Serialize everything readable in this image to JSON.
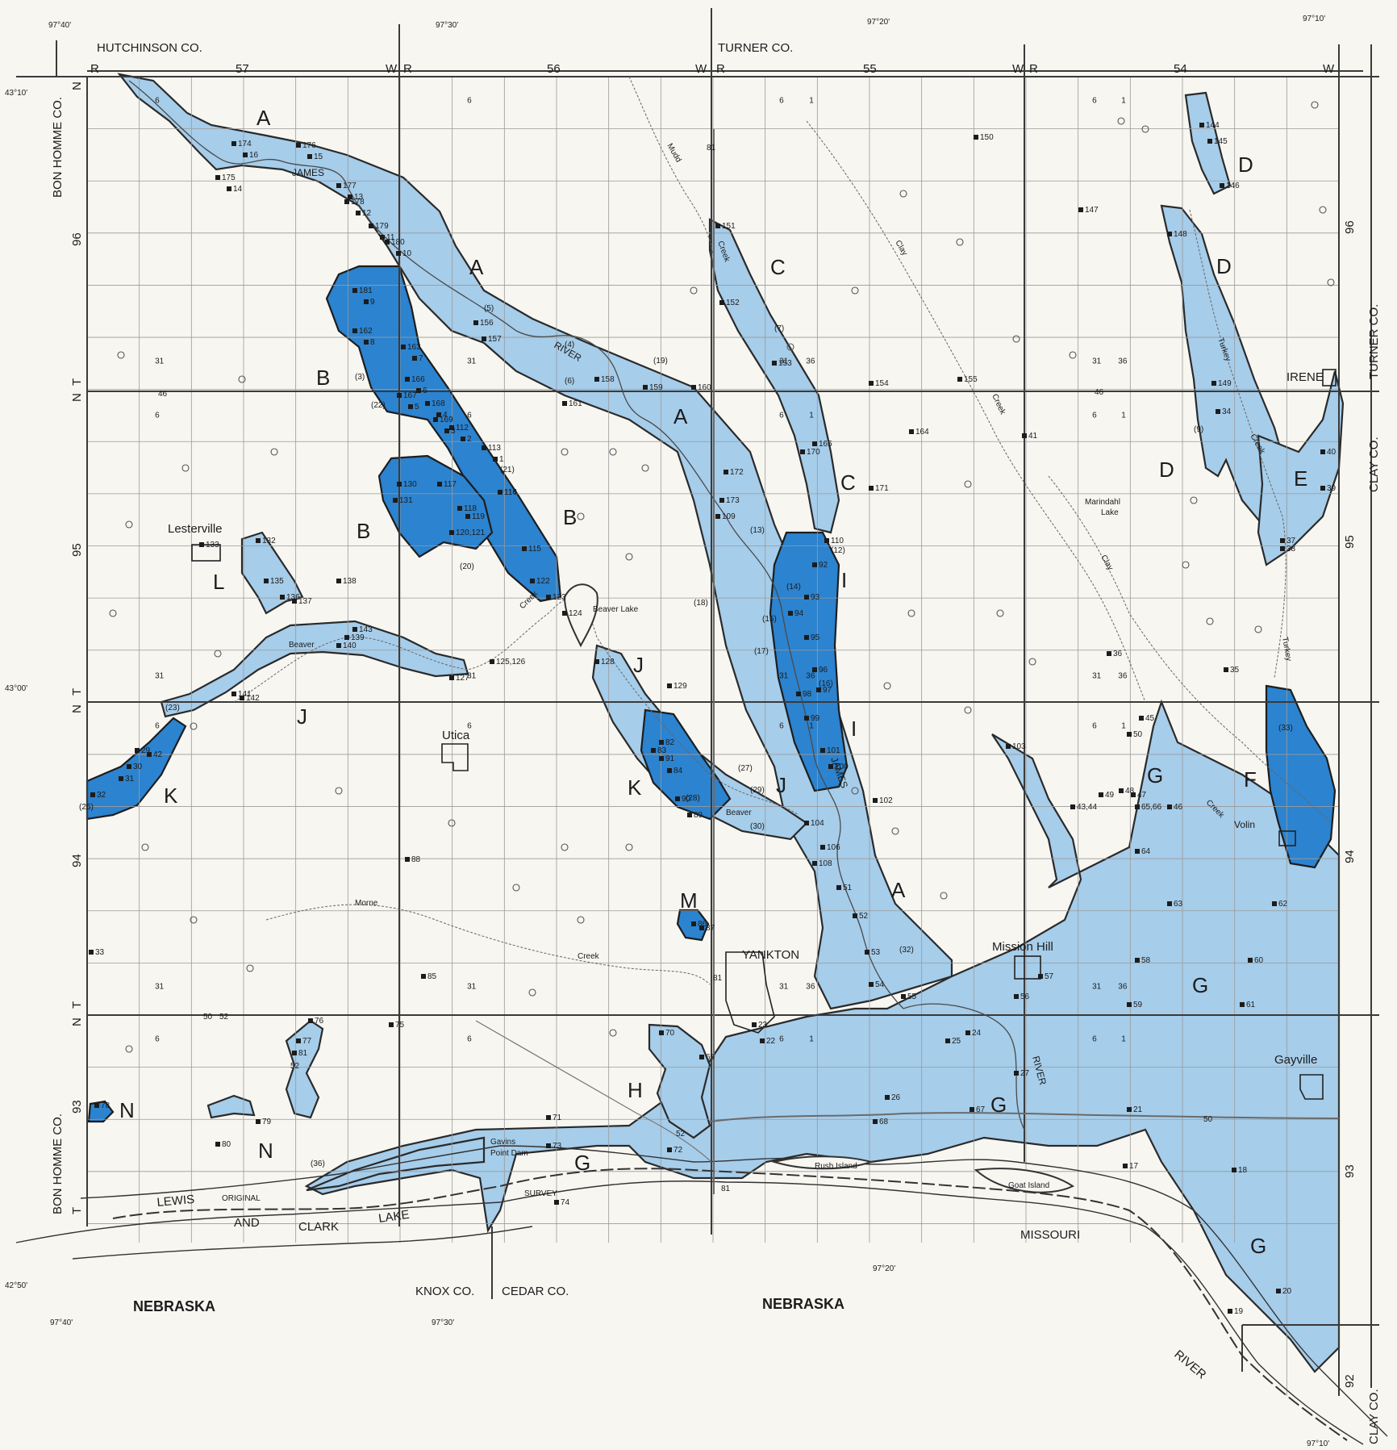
{
  "map": {
    "counties": {
      "hutchinson": "HUTCHINSON CO.",
      "turner_top": "TURNER CO.",
      "turner_right": "TURNER CO.",
      "bon_homme_top": "BON HOMME CO.",
      "bon_homme_bottom": "BON HOMME CO.",
      "clay_mid": "CLAY CO.",
      "clay_bottom": "CLAY CO.",
      "knox": "KNOX CO.",
      "cedar": "CEDAR CO."
    },
    "states": {
      "west": "NEBRASKA",
      "center": "NEBRASKA"
    },
    "ranges": {
      "r57": "57",
      "r56": "56",
      "r55": "55",
      "r54": "54"
    },
    "range_marks": {
      "r": "R",
      "w": "W"
    },
    "townships": {
      "t96": "96",
      "t95": "95",
      "t94": "94",
      "t93": "93",
      "t92": "92"
    },
    "township_marks": {
      "n": "N",
      "t": "T"
    },
    "coords": {
      "lon_9740": "97°40'",
      "lon_9730": "97°30'",
      "lon_9720": "97°20'",
      "lon_9710": "97°10'",
      "lat_4310": "43°10'",
      "lat_4300": "43°00'",
      "lat_4250": "42°50'"
    },
    "places": {
      "lesterville": "Lesterville",
      "utica": "Utica",
      "yankton": "YANKTON",
      "mission_hill": "Mission Hill",
      "volin": "Volin",
      "gayville": "Gayville",
      "irene": "IRENE",
      "rush_island": "Rush Island",
      "goat_island": "Goat Island",
      "gavins": "Gavins",
      "point_dam": "Point Dam",
      "survey": "SURVEY",
      "original": "ORIGINAL"
    },
    "water": {
      "james": "JAMES",
      "river": "RIVER",
      "missouri": "MISSOURI",
      "lewis": "LEWIS",
      "and": "AND",
      "clark": "CLARK",
      "lake": "LAKE",
      "beaver": "Beaver",
      "creek": "Creek",
      "beaver_lake": "Beaver Lake",
      "marindahl": "Marindahl",
      "marindahl_lake": "Lake",
      "morne": "Morne",
      "turkey": "Turkey",
      "clay": "Clay",
      "mudd": "Mudd"
    },
    "highways": {
      "h46": "46",
      "h50": "50",
      "h52": "52",
      "h81": "81"
    },
    "aquifers": {
      "a": "A",
      "b": "B",
      "c": "C",
      "d": "D",
      "e": "E",
      "f": "F",
      "g": "G",
      "h": "H",
      "i": "I",
      "j": "J",
      "k": "K",
      "l": "L",
      "m": "M",
      "n": "N"
    },
    "well_labels": [
      "174",
      "176",
      "175",
      "177",
      "178",
      "179",
      "180",
      "181",
      "162",
      "163",
      "166",
      "167",
      "168",
      "169",
      "112",
      "113",
      "114",
      "115",
      "116",
      "117",
      "118",
      "119",
      "120,121",
      "122",
      "123",
      "124",
      "125,126",
      "127",
      "128",
      "129",
      "130",
      "131",
      "132",
      "133",
      "135",
      "136",
      "137",
      "138",
      "139",
      "140",
      "141",
      "142",
      "143",
      "144",
      "145",
      "146",
      "147",
      "148",
      "149",
      "150",
      "151",
      "152",
      "153",
      "154",
      "155",
      "156",
      "157",
      "158",
      "159",
      "160",
      "161",
      "164",
      "165",
      "170",
      "171",
      "172",
      "173",
      "109",
      "110",
      "92",
      "93",
      "94",
      "95",
      "96",
      "97",
      "98",
      "99",
      "101",
      "100",
      "102",
      "103",
      "104",
      "106",
      "108",
      "51",
      "52",
      "53",
      "54",
      "55",
      "56",
      "57",
      "58",
      "59",
      "60",
      "61",
      "62",
      "63",
      "64",
      "65,66",
      "46",
      "47",
      "48",
      "49",
      "50",
      "45",
      "43,44",
      "41",
      "40",
      "39",
      "38",
      "37",
      "36",
      "35",
      "34",
      "33",
      "32",
      "31",
      "30",
      "29",
      "42",
      "85",
      "86",
      "87",
      "88",
      "89",
      "90",
      "91",
      "84",
      "83",
      "82",
      "81",
      "80",
      "79",
      "78",
      "77",
      "76",
      "75",
      "74",
      "73",
      "72",
      "71",
      "70",
      "69",
      "68",
      "67",
      "27",
      "26",
      "25",
      "24",
      "23",
      "22",
      "21",
      "20",
      "19",
      "18",
      "17",
      "16",
      "15",
      "14",
      "13",
      "12",
      "11",
      "10",
      "9",
      "8",
      "7",
      "6",
      "5",
      "4",
      "3",
      "2",
      "1"
    ],
    "test_labels": [
      "(3)",
      "(5)",
      "(6)",
      "(7)",
      "(9)",
      "(12)",
      "(13)",
      "(14)",
      "(15)",
      "(16)",
      "(17)",
      "(18)",
      "(19)",
      "(20)",
      "(21)",
      "(22)",
      "(23)",
      "(25)",
      "(27)",
      "(28)",
      "(29)",
      "(30)",
      "(32)",
      "(33)",
      "(36)",
      "(4)"
    ],
    "section_numbers": {
      "s6": "6",
      "s1": "1",
      "s31": "31",
      "s36": "36"
    }
  }
}
